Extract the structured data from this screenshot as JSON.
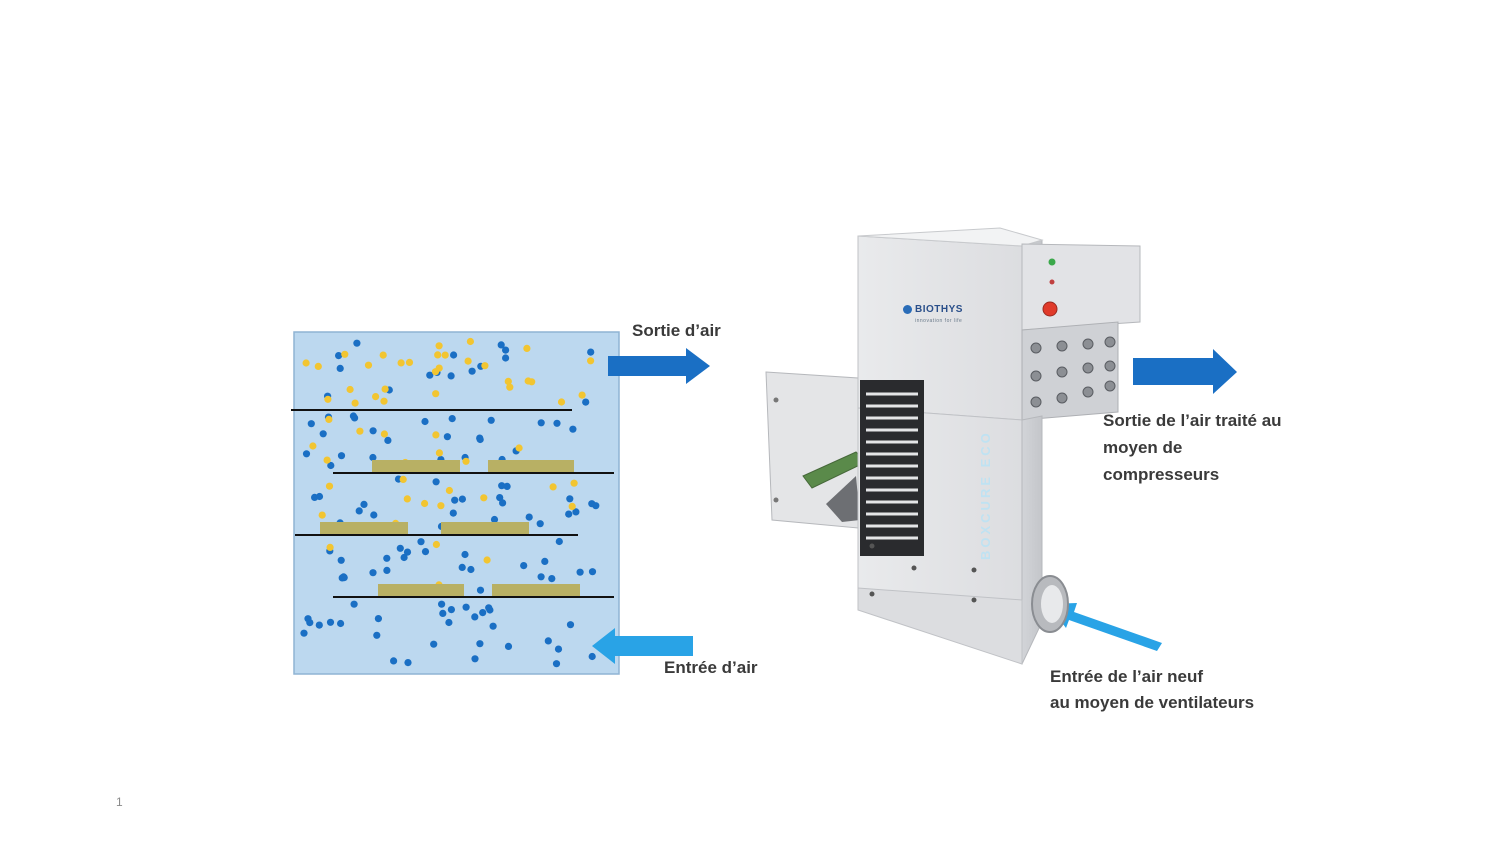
{
  "labels": {
    "left_out": "Sortie d’air",
    "left_in": "Entrée d’air",
    "right_out": [
      "Sortie de l’air traité au",
      "moyen de",
      "compresseurs"
    ],
    "right_in": [
      "Entrée de l’air neuf",
      "au moyen de ventilateurs"
    ]
  },
  "machine": {
    "brand": "BIOTHYS",
    "brand_sub": "innovation for life",
    "side_text": "BOXCURE ECO"
  },
  "page_number": "1",
  "colors": {
    "panel_fill": "#bcd8ef",
    "particle_blue": "#1a6fc4",
    "particle_yellow": "#f2c531",
    "filter_pad": "#b8b064",
    "arrow_out": "#1a6fc4",
    "arrow_in": "#29a3e6"
  }
}
